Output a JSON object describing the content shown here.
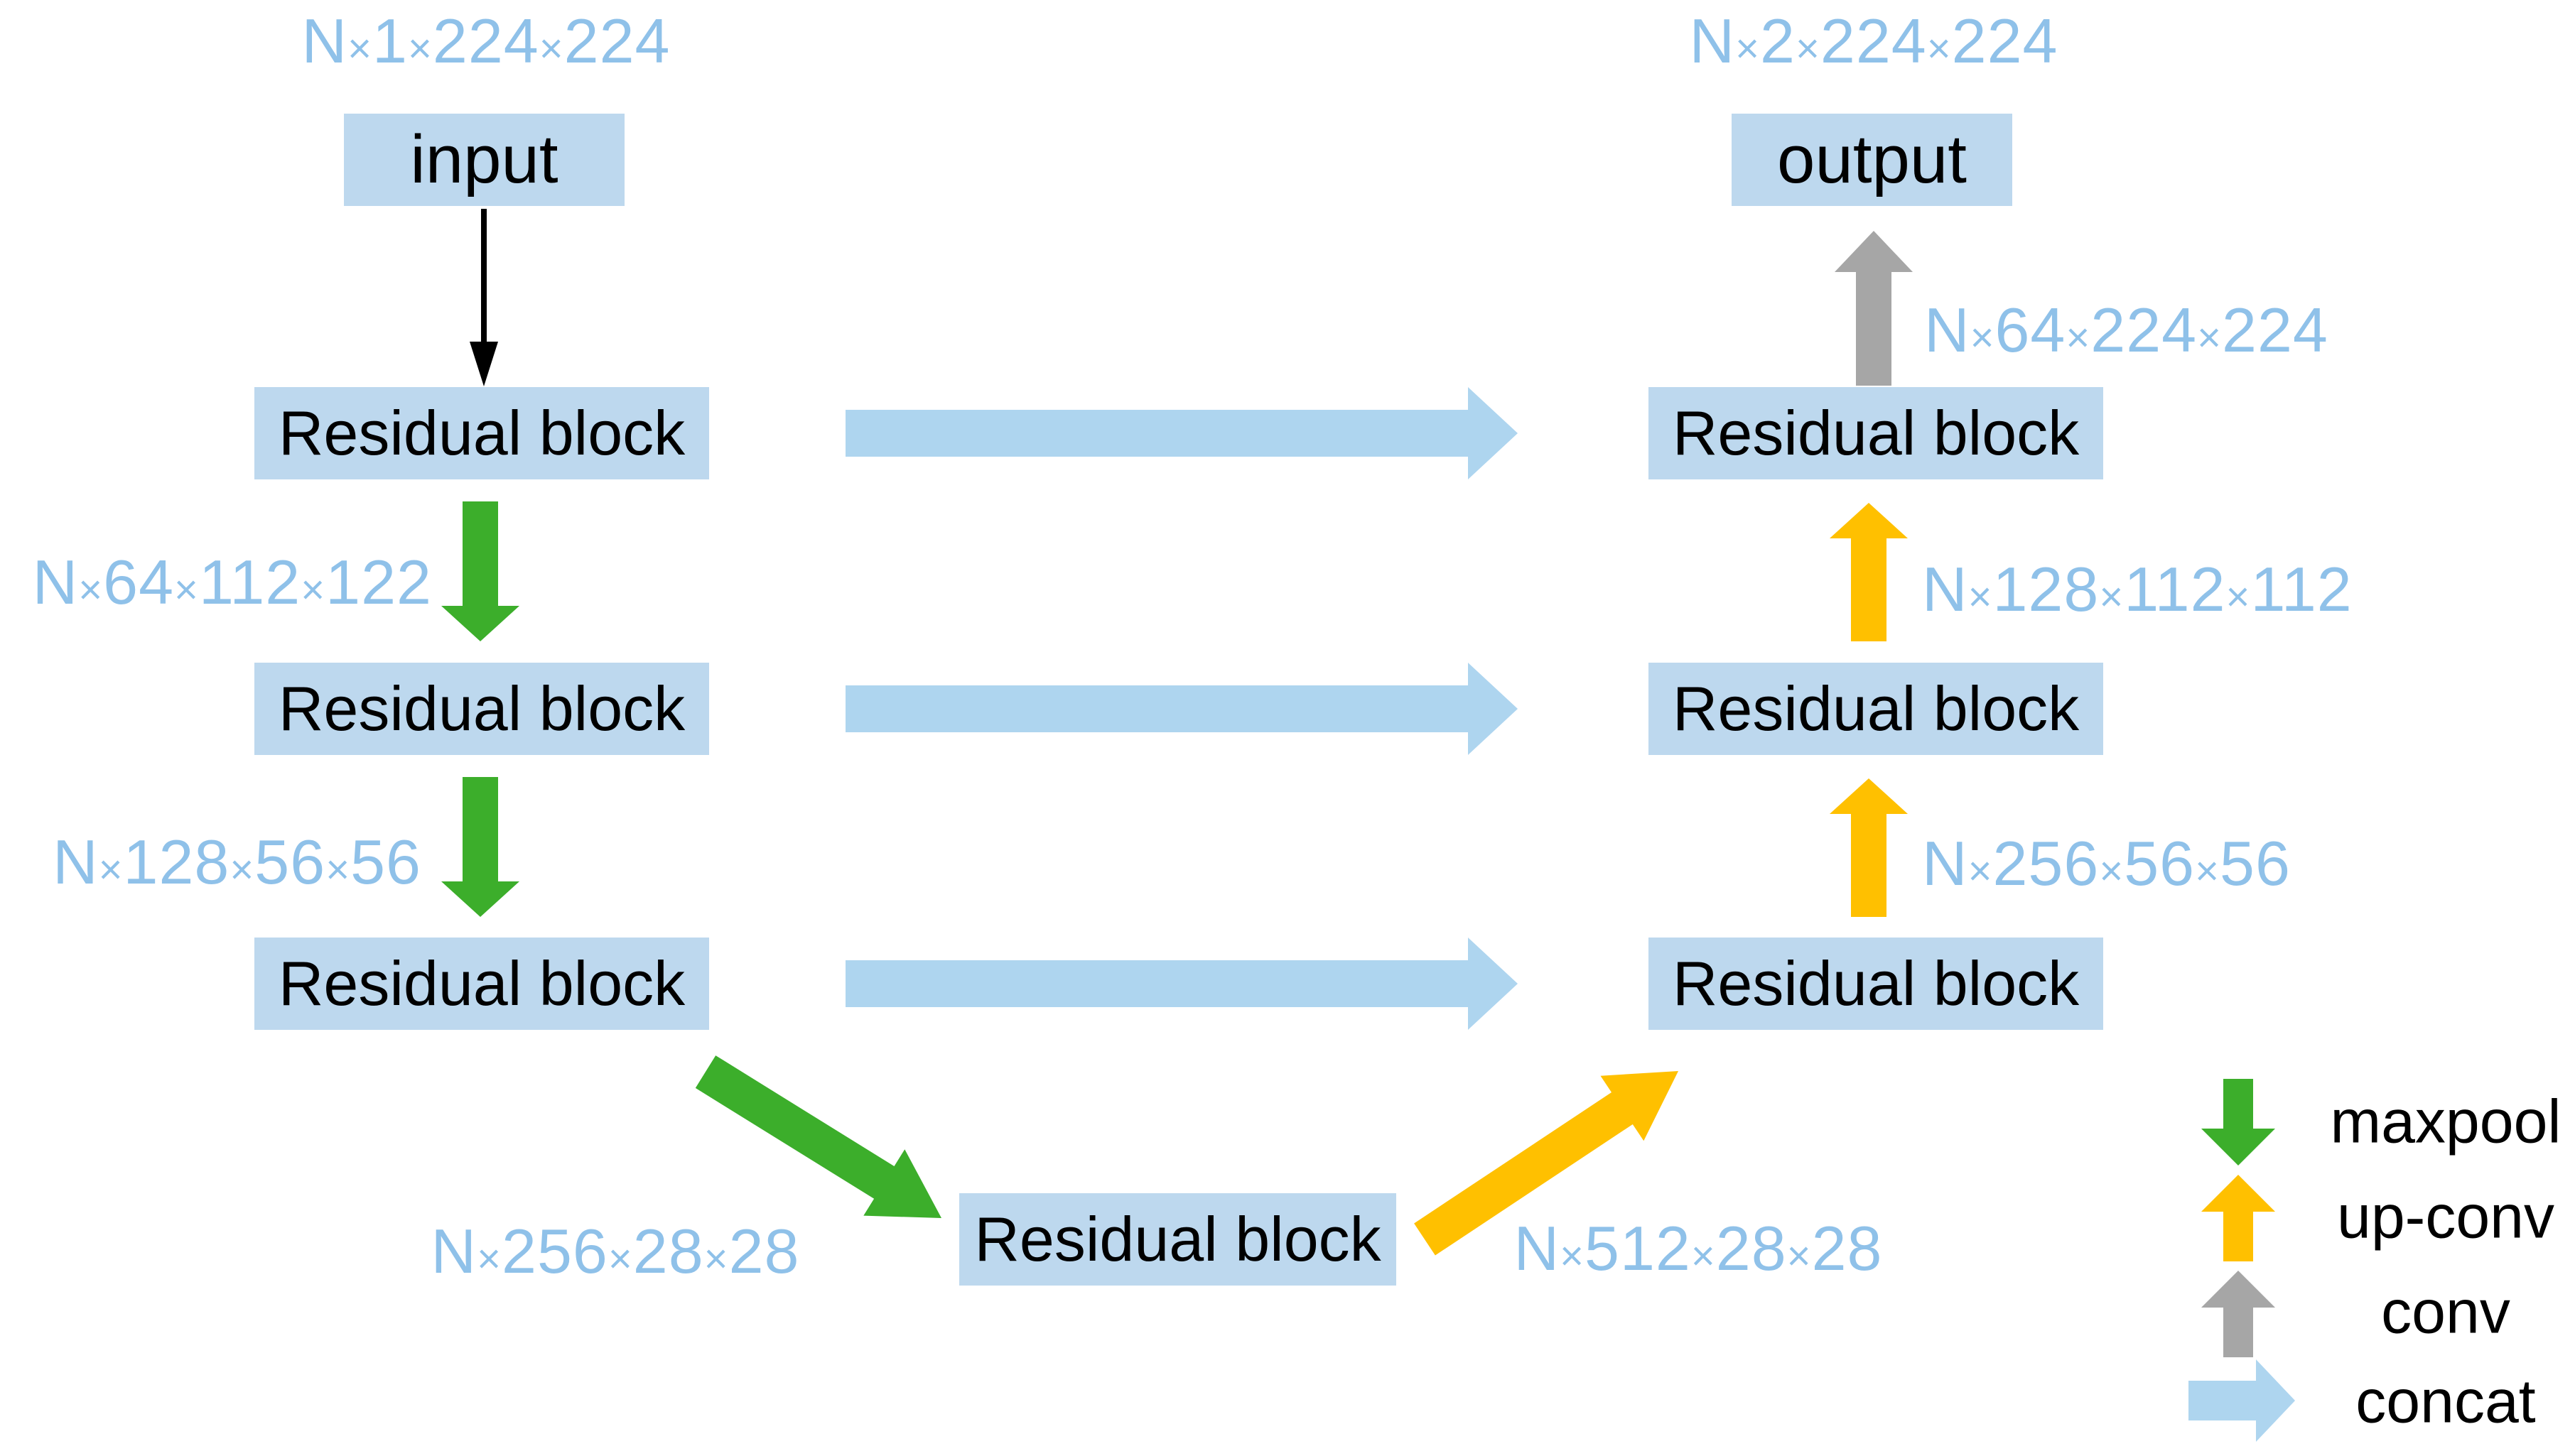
{
  "colors": {
    "box_fill": "#BDD8EE",
    "dim_text": "#8FC1E9",
    "maxpool_green": "#3CAE2B",
    "upconv_yellow": "#FFC000",
    "conv_gray": "#A6A6A6",
    "concat_blue": "#AED5EF",
    "input_arrow_black": "#000000"
  },
  "nodes": {
    "input": "input",
    "output": "output",
    "enc1": "Residual block",
    "enc2": "Residual block",
    "enc3": "Residual block",
    "bottleneck": "Residual block",
    "dec1": "Residual block",
    "dec2": "Residual block",
    "dec3": "Residual block"
  },
  "dims": {
    "input": "N×1×224×224",
    "output": "N×2×224×224",
    "enc1_out": "N×64×112×122",
    "enc2_out": "N×128×56×56",
    "enc3_out": "N×256×28×28",
    "bottleneck_out": "N×512×28×28",
    "dec1_in": "N×64×224×224",
    "dec2_in": "N×128×112×112",
    "dec3_in": "N×256×56×56"
  },
  "legend": [
    {
      "icon": "maxpool-arrow-icon",
      "label": "maxpool"
    },
    {
      "icon": "up-conv-arrow-icon",
      "label": "up-conv"
    },
    {
      "icon": "conv-arrow-icon",
      "label": "conv"
    },
    {
      "icon": "concat-arrow-icon",
      "label": "concat"
    }
  ]
}
